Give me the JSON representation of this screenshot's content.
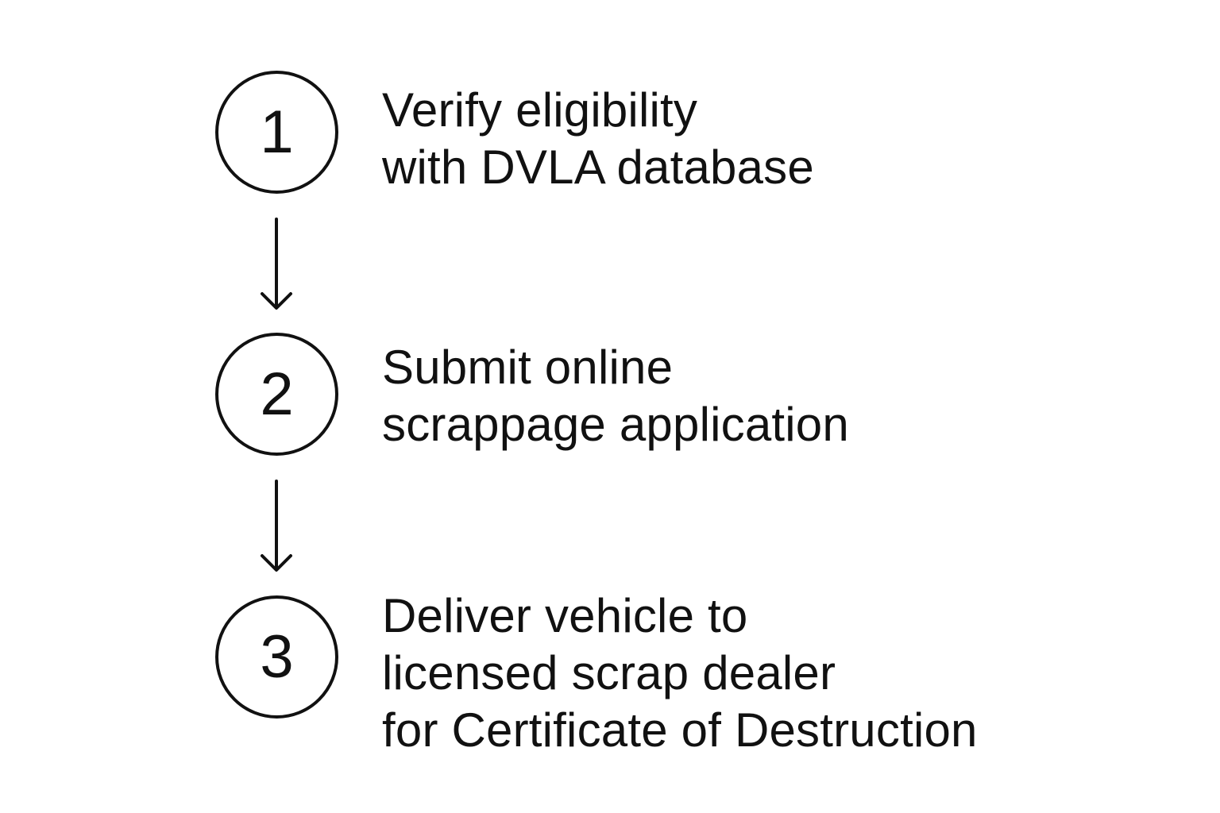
{
  "steps": [
    {
      "number": "1",
      "lines": [
        "Verify eligibility",
        "with DVLA database"
      ]
    },
    {
      "number": "2",
      "lines": [
        "Submit online",
        "scrappage application"
      ]
    },
    {
      "number": "3",
      "lines": [
        "Deliver vehicle to",
        "licensed scrap dealer",
        "for Certificate of Destruction"
      ]
    }
  ],
  "colors": {
    "stroke": "#111111",
    "text": "#111111",
    "background": "#ffffff"
  },
  "icons": {
    "connector": "arrow-down-icon"
  }
}
